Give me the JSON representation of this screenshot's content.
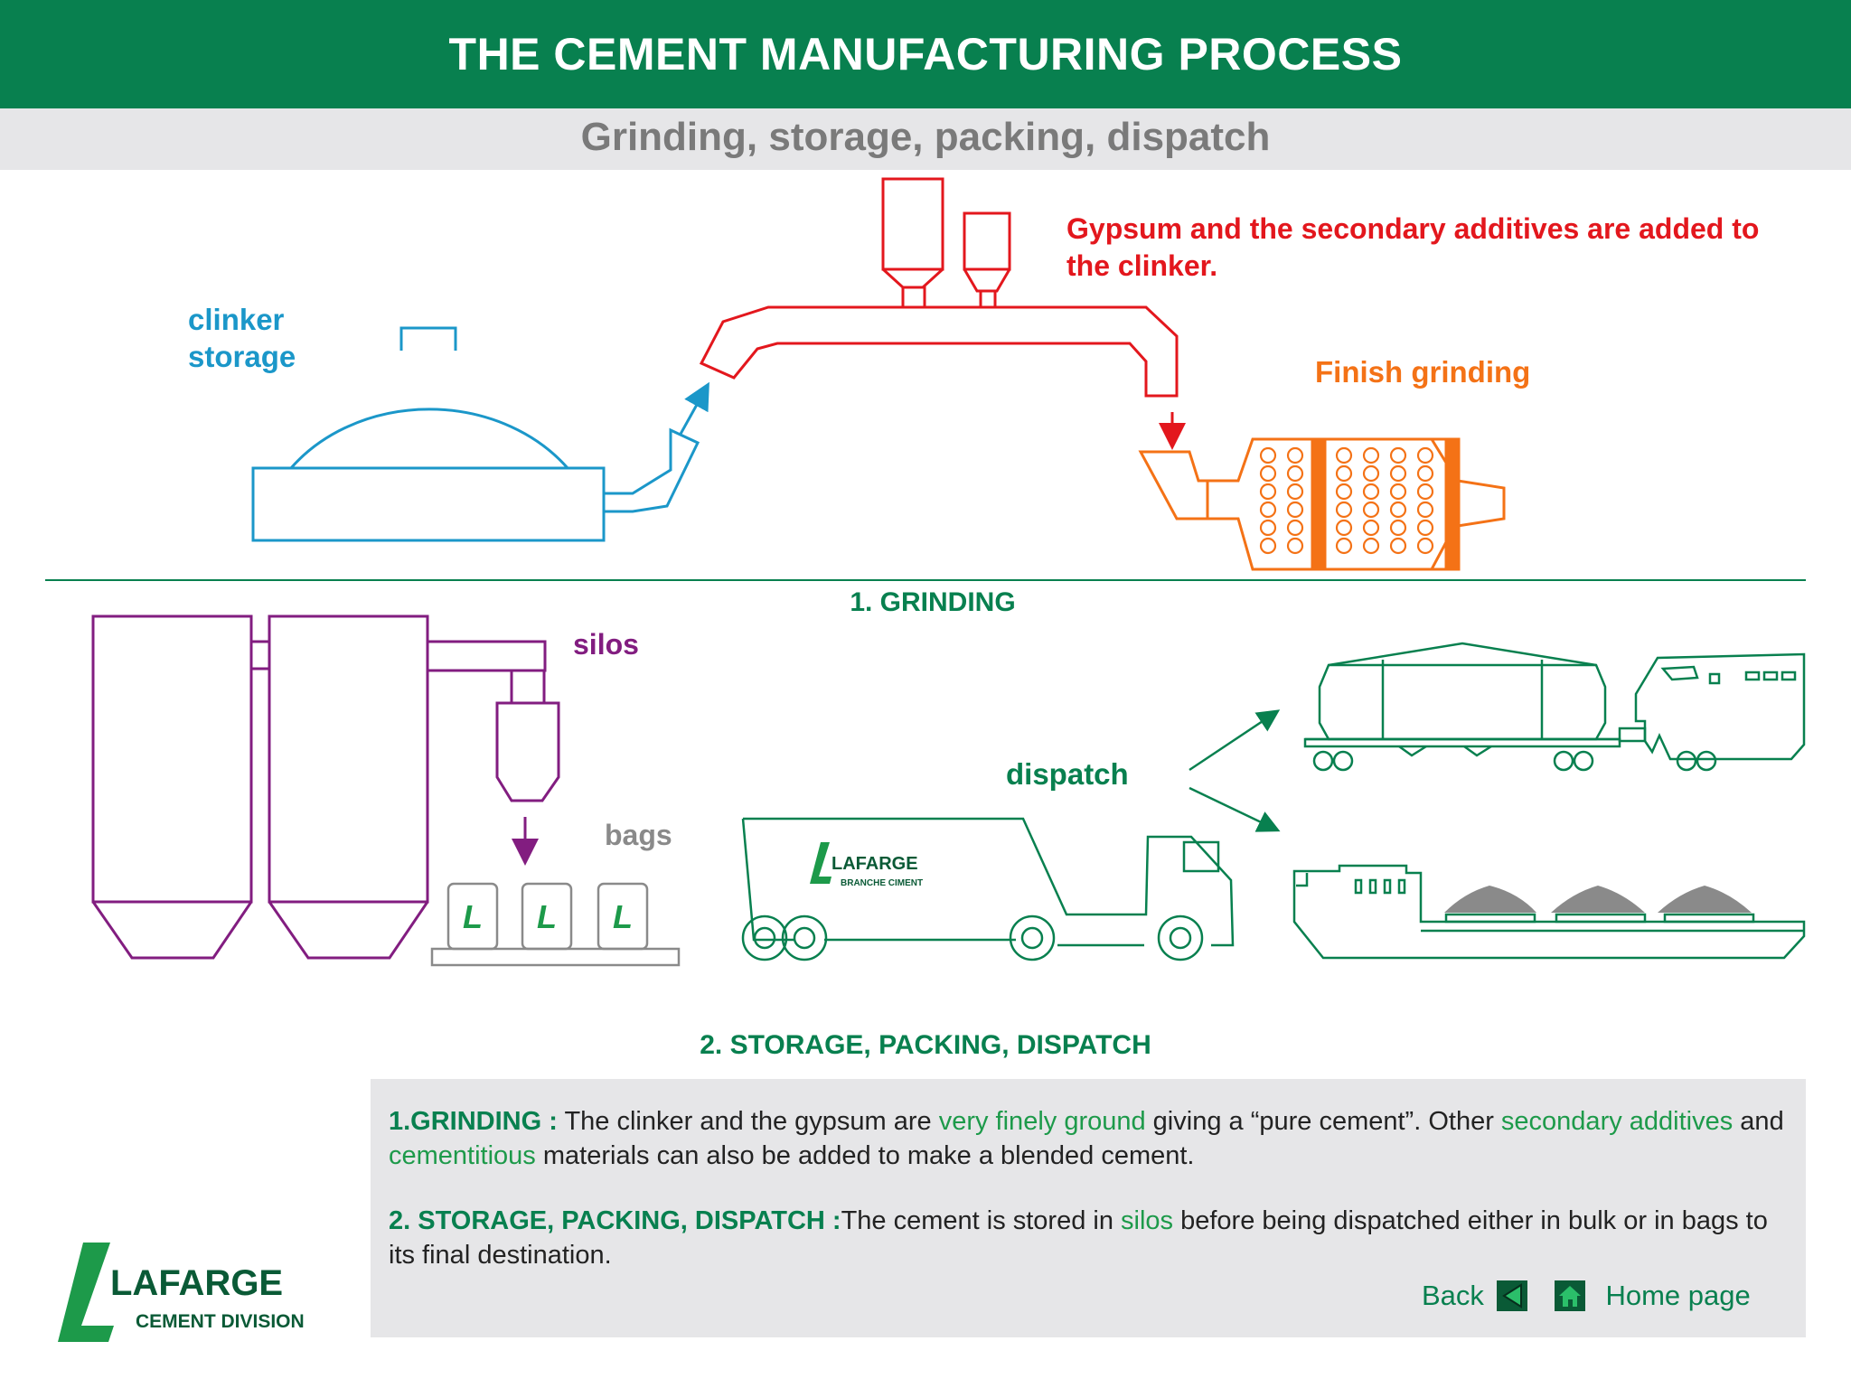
{
  "header": {
    "title": "THE CEMENT MANUFACTURING PROCESS",
    "subtitle": "Grinding, storage, packing, dispatch"
  },
  "diagram": {
    "clinker_storage": "clinker storage",
    "gypsum_note": "Gypsum and the secondary additives are added to the clinker.",
    "finish_grinding": "Finish grinding",
    "grinding_heading": "1. GRINDING",
    "silos": "silos",
    "bags": "bags",
    "dispatch": "dispatch",
    "storage_heading": "2. STORAGE, PACKING, DISPATCH",
    "truck_brand": "LAFARGE",
    "truck_sub": "BRANCHE CIMENT",
    "bag_mark": "L"
  },
  "info": {
    "p1": {
      "heading": "1.GRINDING :",
      "t1": " The clinker and the gypsum are ",
      "k1": "very finely ground",
      "t2": " giving a “pure cement”. Other ",
      "k2": "secondary additives",
      "t3": " and ",
      "k3": "cementitious",
      "t4": " materials can also be added to make a blended cement."
    },
    "p2": {
      "heading": "2. STORAGE, PACKING, DISPATCH :",
      "t1": "The cement is stored in ",
      "k1": "silos",
      "t2": " before being dispatched either in bulk or in bags to its final destination."
    }
  },
  "nav": {
    "back": "Back",
    "home": "Home page"
  },
  "logo": {
    "brand": "LAFARGE",
    "division": "CEMENT DIVISION"
  },
  "colors": {
    "green": "#08804f",
    "blue": "#1b97c9",
    "red": "#e3171d",
    "orange": "#f47216",
    "purple": "#821d80",
    "gray": "#8a8a8a"
  }
}
